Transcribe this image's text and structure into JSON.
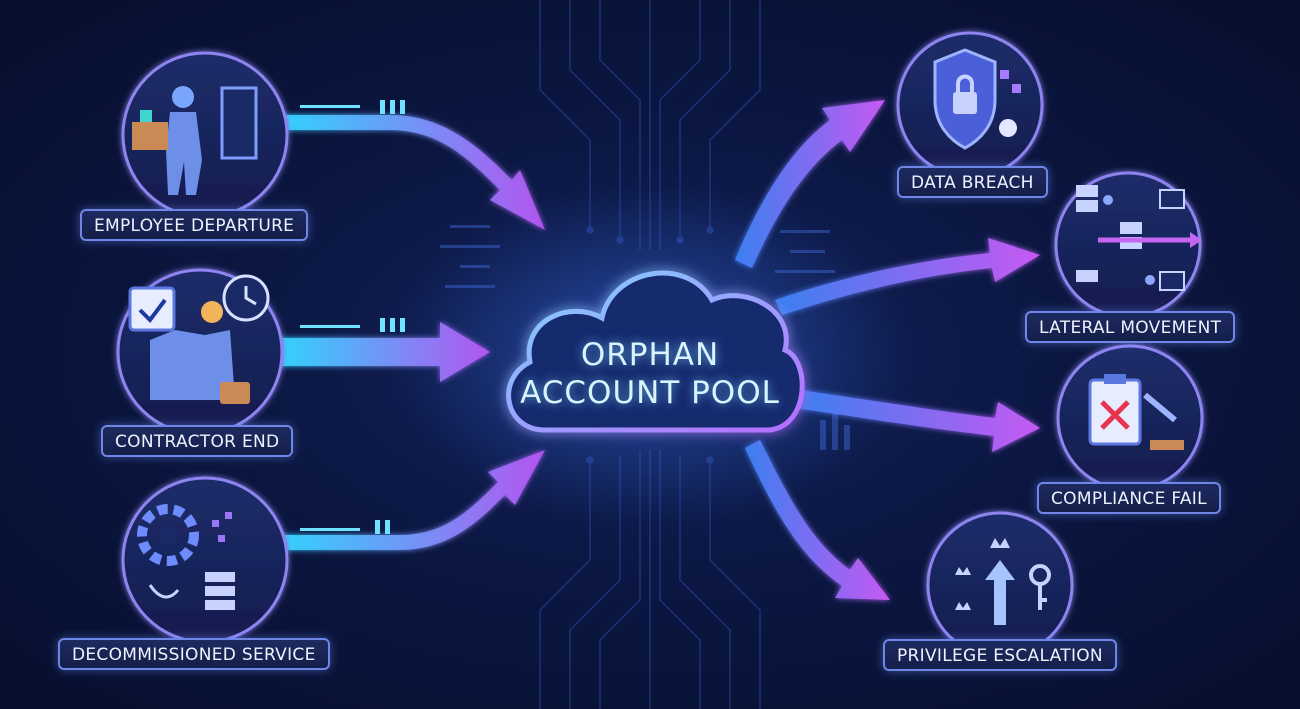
{
  "center": {
    "line1": "ORPHAN",
    "line2": "ACCOUNT POOL"
  },
  "sources": [
    {
      "label": "EMPLOYEE DEPARTURE",
      "icon": "employee-leaving-icon"
    },
    {
      "label": "CONTRACTOR END",
      "icon": "contractor-handshake-icon"
    },
    {
      "label": "DECOMMISSIONED SERVICE",
      "icon": "decommissioned-server-icon"
    }
  ],
  "risks": [
    {
      "label": "DATA BREACH",
      "icon": "broken-shield-lock-icon"
    },
    {
      "label": "LATERAL MOVEMENT",
      "icon": "network-servers-icon"
    },
    {
      "label": "COMPLIANCE FAIL",
      "icon": "failed-clipboard-icon"
    },
    {
      "label": "PRIVILEGE ESCALATION",
      "icon": "crown-key-escalation-icon"
    }
  ],
  "colors": {
    "arrow_start": "#2fd6ff",
    "arrow_end": "#b455f0",
    "cloud_glow": "#5fb2ff",
    "label_border": "#6f86e8",
    "circle_stroke": "#8e84f0"
  }
}
